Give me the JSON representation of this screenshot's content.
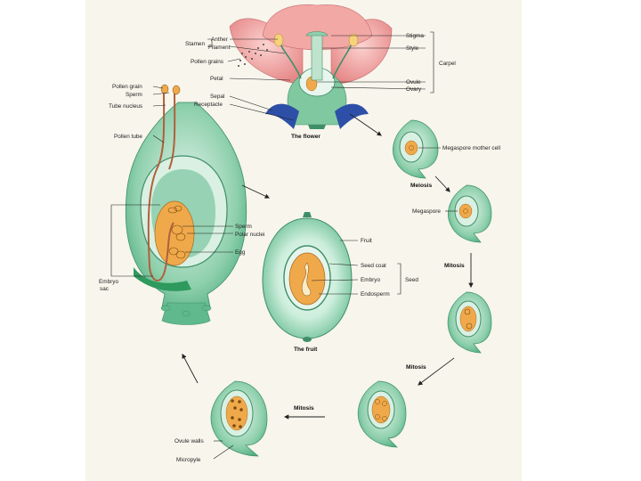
{
  "flower": {
    "stamen": "Stamen",
    "anther": "Anther",
    "filament": "Filament",
    "pollen_grains": "Pollen grains",
    "petal": "Petal",
    "sepal": "Sepal",
    "receptacle": "Receptacle",
    "stigma": "Stigma",
    "style": "Style",
    "carpel": "Carpel",
    "ovule": "Ovule",
    "ovary": "Ovary",
    "caption": "The flower"
  },
  "ovule_detail": {
    "pollen_grain": "Pollen grain",
    "sperm_top": "Sperm",
    "tube_nucleus": "Tube nucleus",
    "pollen_tube": "Pollen tube",
    "sperm": "Sperm",
    "polar_nuclei": "Polar nuclei",
    "egg": "Egg",
    "embryo_sac": "Embryo sac"
  },
  "fruit": {
    "fruit": "Fruit",
    "seed_coat": "Seed coat",
    "embryo": "Embryo",
    "endosperm": "Endosperm",
    "seed": "Seed",
    "caption": "The fruit"
  },
  "cycle": {
    "megaspore_mother_cell": "Megaspore mother cell",
    "meiosis": "Meiosis",
    "megaspore": "Megaspore",
    "mitosis_1": "Mitosis",
    "mitosis_2": "Mitosis",
    "mitosis_3": "Mitosis",
    "ovule_walls": "Ovule walls",
    "micropyle": "Micropyle"
  },
  "colors": {
    "panel": "#f7f5ec",
    "petal": "#e88a8a",
    "green": "#5fb98d",
    "light_green": "#bfe3cd",
    "orange": "#f0a94a",
    "blue": "#2d4fa8",
    "tube": "#b0603c"
  }
}
